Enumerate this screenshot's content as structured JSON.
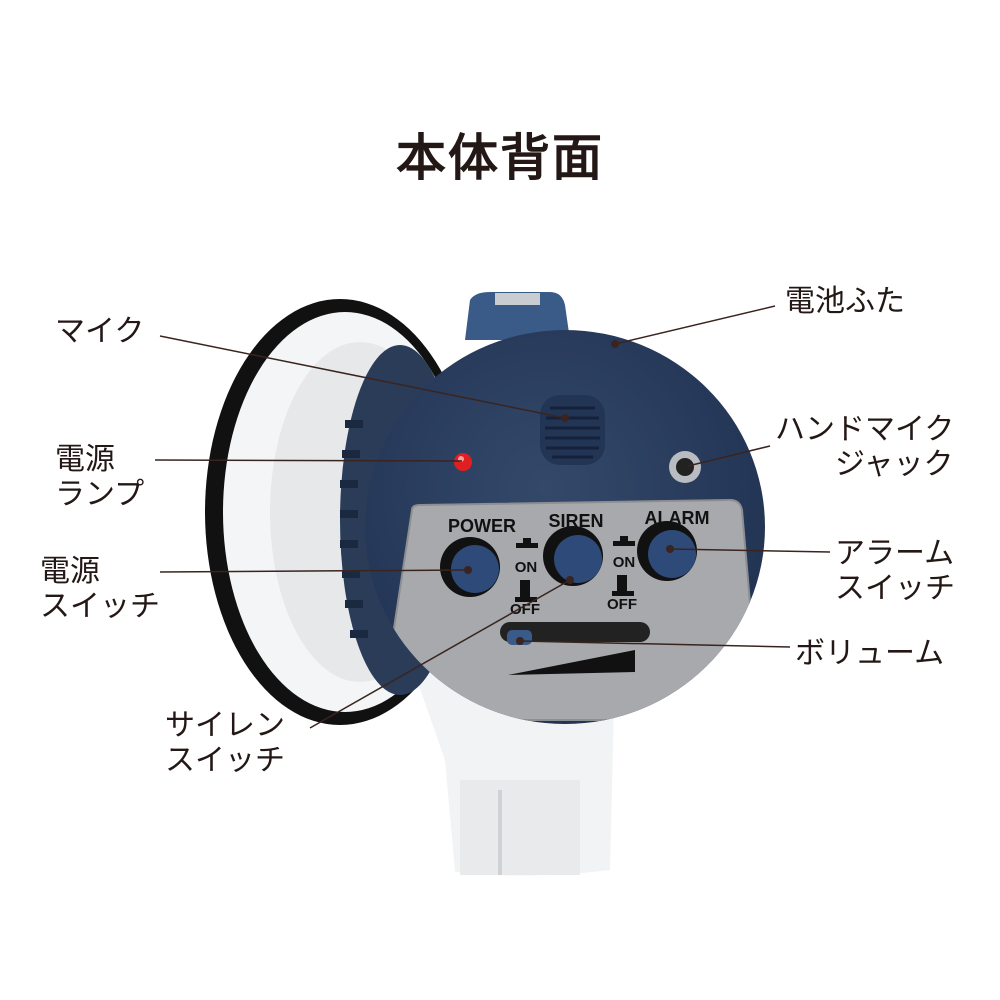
{
  "title": "本体背面",
  "labels": {
    "mic": "マイク",
    "power_lamp": [
      "電源",
      "ランプ"
    ],
    "power_switch": [
      "電源",
      "スイッチ"
    ],
    "siren_switch": [
      "サイレン",
      "スイッチ"
    ],
    "battery_cover": "電池ふた",
    "hand_mic_jack": [
      "ハンドマイク",
      "ジャック"
    ],
    "alarm_switch": [
      "アラーム",
      "スイッチ"
    ],
    "volume": "ボリューム"
  },
  "panel": {
    "power": "POWER",
    "siren": "SIREN",
    "alarm": "ALARM",
    "on": "ON",
    "off": "OFF"
  },
  "colors": {
    "body": "#2b3f5c",
    "panel": "#a7a9ac",
    "lamp": "#e02020",
    "leader": "#3a2420"
  }
}
